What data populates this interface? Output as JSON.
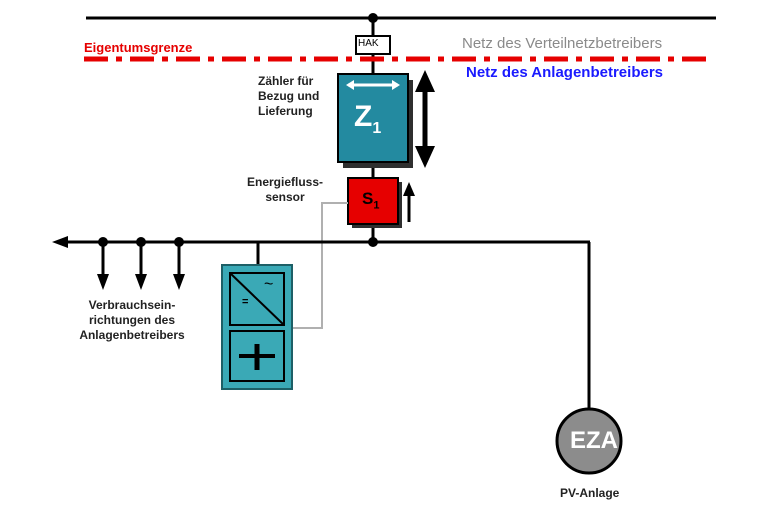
{
  "labels": {
    "eigentumsgrenze": "Eigentumsgrenze",
    "netz_vnb": "Netz des Verteilnetzbetreibers",
    "netz_ab": "Netz des Anlagenbetreibers",
    "hak": "HAK",
    "zaehler": [
      "Zähler für",
      "Bezug und",
      "Lieferung"
    ],
    "sensor": [
      "Energiefluss-",
      "sensor"
    ],
    "verbraucher": [
      "Verbrauchsein-",
      "richtungen des",
      "Anlagenbetreibers"
    ],
    "pv": "PV-Anlage"
  },
  "blocks": {
    "z_letter": "Z",
    "z_index": "1",
    "s_letter": "S",
    "s_index": "1",
    "eza": "EZA",
    "inverter_dc": "=",
    "inverter_ac": "~"
  },
  "colors": {
    "meter_teal": "#238aa0",
    "sensor_red": "#e60000",
    "boundary_red": "#e60000",
    "inverter_teal": "#3aa9b6",
    "eza_grey": "#8c8c8c",
    "line": "#000000",
    "signal_grey": "#b0b0b0",
    "blue_text": "#1a1aff"
  }
}
